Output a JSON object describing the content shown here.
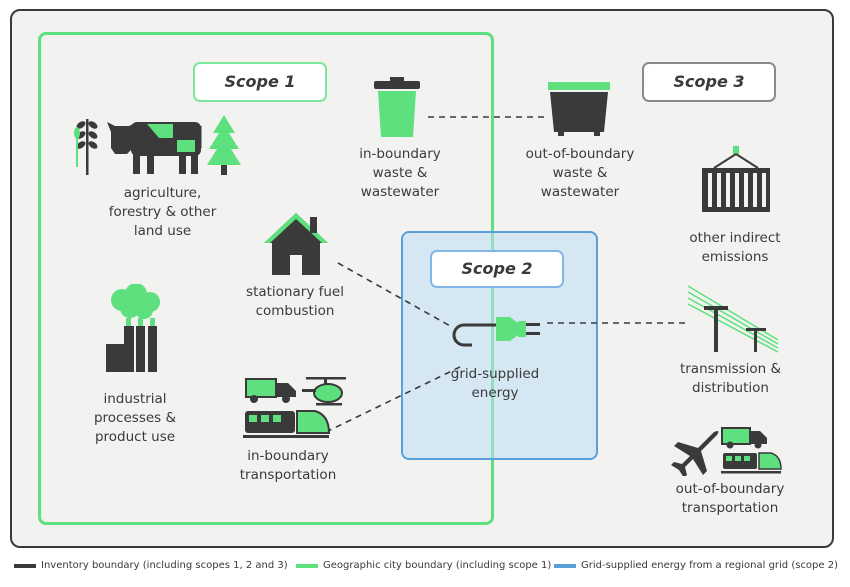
{
  "scopes": {
    "scope1": "Scope 1",
    "scope2": "Scope 2",
    "scope3": "Scope 3"
  },
  "labels": {
    "agriculture": "agriculture,\nforestry & other\nland use",
    "industrial": "industrial\nprocesses &\nproduct use",
    "stationary": "stationary fuel\ncombustion",
    "in_transport": "in-boundary\ntransportation",
    "in_waste": "in-boundary\nwaste &\nwastewater",
    "out_waste": "out-of-boundary\nwaste &\nwastewater",
    "other_indirect": "other indirect\nemissions",
    "grid_energy": "grid-supplied\nenergy",
    "transmission": "transmission &\ndistribution",
    "out_transport": "out-of-boundary\ntransportation"
  },
  "legend": {
    "inventory": "Inventory boundary (including scopes 1, 2 and 3)",
    "city": "Geographic city boundary (including scope 1)",
    "grid": "Grid-supplied energy from a regional grid (scope 2)"
  },
  "colors": {
    "dark": "#3a3a3a",
    "green": "#5ee07e",
    "blue": "#5b9fd9",
    "background": "#f2f3f0"
  },
  "icons": [
    "wheat-icon",
    "cow-icon",
    "tree-icon",
    "factory-icon",
    "house-icon",
    "truck-icon",
    "helicopter-icon",
    "train-icon",
    "bin-icon",
    "dumpster-icon",
    "container-icon",
    "plug-icon",
    "power-line-icon",
    "airplane-icon"
  ]
}
